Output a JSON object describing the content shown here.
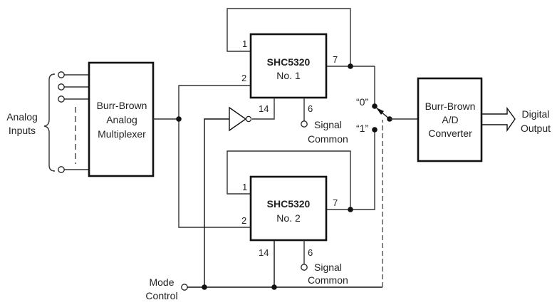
{
  "diagram": {
    "analog_inputs_label": [
      "Analog",
      "Inputs"
    ],
    "mux": {
      "lines": [
        "Burr-Brown",
        "Analog",
        "Multiplexer"
      ]
    },
    "shc1": {
      "title": "SHC5320",
      "subtitle": "No. 1",
      "pins": {
        "p1": "1",
        "p2": "2",
        "p7": "7",
        "p14": "14",
        "p6": "6"
      },
      "signal_common": [
        "Signal",
        "Common"
      ]
    },
    "shc2": {
      "title": "SHC5320",
      "subtitle": "No. 2",
      "pins": {
        "p1": "1",
        "p2": "2",
        "p7": "7",
        "p14": "14",
        "p6": "6"
      },
      "signal_common": [
        "Signal",
        "Common"
      ]
    },
    "switch": {
      "pos0": "“0”",
      "pos1": "“1”"
    },
    "adc": {
      "lines": [
        "Burr-Brown",
        "A/D",
        "Converter"
      ]
    },
    "digital_output_label": [
      "Digital",
      "Output"
    ],
    "mode_control_label": [
      "Mode",
      "Control"
    ]
  }
}
